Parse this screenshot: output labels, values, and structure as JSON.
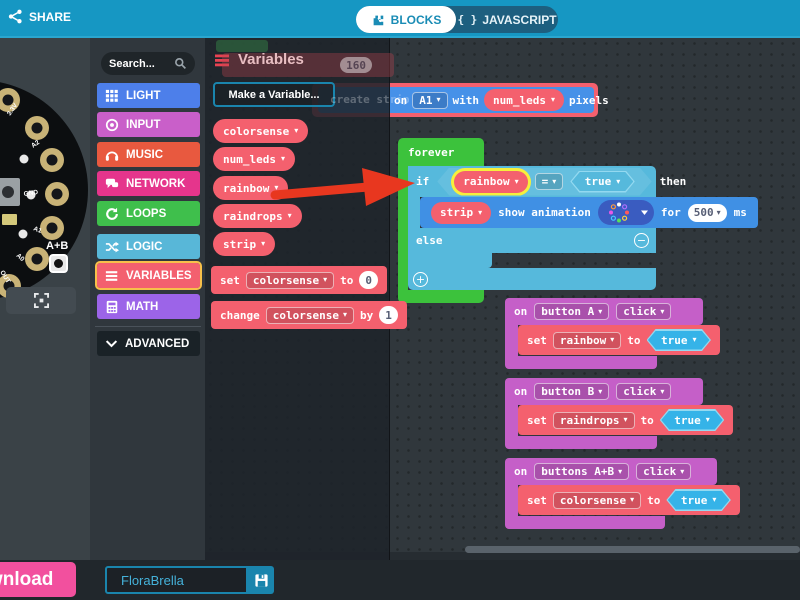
{
  "topbar": {
    "share": "SHARE",
    "blocks": "BLOCKS",
    "javascript": "JAVASCRIPT"
  },
  "simulator": {
    "ab_label": "A+B",
    "pads": [
      "3.3V",
      "A2",
      "GND",
      "A1",
      "A0",
      "OUT"
    ]
  },
  "sidebar": {
    "search_placeholder": "Search...",
    "categories": [
      {
        "label": "LIGHT",
        "color": "#4d7fea"
      },
      {
        "label": "INPUT",
        "color": "#c95fc9"
      },
      {
        "label": "MUSIC",
        "color": "#e8593f"
      },
      {
        "label": "NETWORK",
        "color": "#e5358c"
      },
      {
        "label": "LOOPS",
        "color": "#3fbf4c"
      },
      {
        "label": "LOGIC",
        "color": "#58b7d8"
      },
      {
        "label": "VARIABLES",
        "color": "#f3606f"
      },
      {
        "label": "MATH",
        "color": "#9c64e8"
      }
    ],
    "advanced": "ADVANCED"
  },
  "flyout": {
    "title": "Variables",
    "make_variable": "Make a Variable...",
    "pills": [
      "colorsense",
      "num_leds",
      "rainbow",
      "raindrops",
      "strip"
    ],
    "set_block": {
      "kw": "set",
      "var": "colorsense",
      "to": "to",
      "value": "0"
    },
    "change_block": {
      "kw": "change",
      "var": "colorsense",
      "by": "by",
      "value": "1"
    }
  },
  "canvas": {
    "ghost": {
      "value": "160",
      "create_label": "create strip"
    },
    "strip_block": {
      "on": "on",
      "pin": "A1",
      "with": "with",
      "count": "num_leds",
      "pixels": "pixels"
    },
    "forever": "forever",
    "if_block": {
      "if": "if",
      "var": "rainbow",
      "op": "=",
      "val": "true",
      "then": "then",
      "else": "else"
    },
    "anim_block": {
      "var": "strip",
      "label": "show animation",
      "for": "for",
      "duration": "500",
      "ms": "ms"
    },
    "events": [
      {
        "on": "on",
        "button": "button A",
        "evt": "click",
        "set": "set",
        "var": "rainbow",
        "to": "to",
        "val": "true"
      },
      {
        "on": "on",
        "button": "button B",
        "evt": "click",
        "set": "set",
        "var": "raindrops",
        "to": "to",
        "val": "true"
      },
      {
        "on": "on",
        "button": "buttons A+B",
        "evt": "click",
        "set": "set",
        "var": "colorsense",
        "to": "to",
        "val": "true"
      }
    ]
  },
  "bottombar": {
    "download": "Download",
    "project_name": "FloraBrella"
  }
}
